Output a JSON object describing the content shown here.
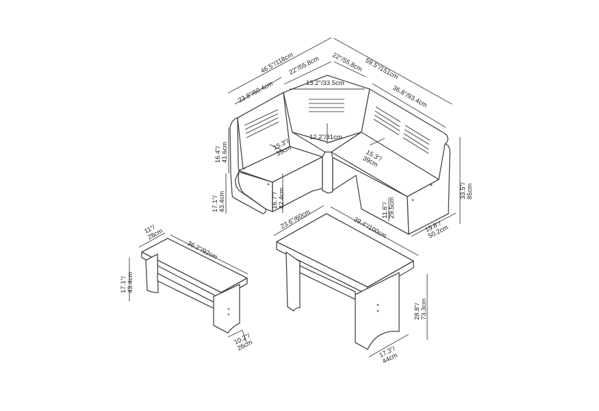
{
  "diagram": {
    "colors": {
      "line": "#444444",
      "dimension": "#3a3a3a",
      "text": "#222222",
      "background": "#ffffff"
    },
    "corner_bench": {
      "overall_left": [
        "46.5\"/118cm"
      ],
      "left_seat_front": [
        "23.8\"/60.4cm"
      ],
      "corner_top_left": [
        "22\"/55.8cm"
      ],
      "corner_top_right": [
        "22\"/55.8cm"
      ],
      "overall_right": [
        "59.5\"/151cm"
      ],
      "corner_back_width": [
        "13.2\"/33.5cm"
      ],
      "right_back_length": [
        "36.8\"/93.4cm"
      ],
      "corner_depth": [
        "12.2\"/31cm"
      ],
      "back_height": [
        "16.4\"/",
        "41.6cm"
      ],
      "left_seat_depth": [
        "15.3\"/",
        "39cm"
      ],
      "right_seat_depth": [
        "15.3\"/",
        "39cm"
      ],
      "seat_height_left": [
        "17.1\"/",
        "43.4cm"
      ],
      "inner_seat_height": [
        "16.7\"/",
        "42.4cm"
      ],
      "storage_height": [
        "11.6\"/",
        "29.5cm"
      ],
      "total_height": [
        "33.5\"/",
        "85cm"
      ],
      "end_depth": [
        "19.8\"/",
        "50.2cm"
      ]
    },
    "bench": {
      "depth": [
        "11\"/",
        "28cm"
      ],
      "length": [
        "36.2\"/92cm"
      ],
      "height": [
        "17.1\"/",
        "43.4cm"
      ],
      "leg_width": [
        "10.2\"/",
        "26cm"
      ]
    },
    "table": {
      "width": [
        "23.6\"/60cm"
      ],
      "length": [
        "39.4\"/100cm"
      ],
      "height": [
        "28.8\"/",
        "73.3cm"
      ],
      "leg_width": [
        "17.3\"/",
        "44cm"
      ]
    }
  }
}
